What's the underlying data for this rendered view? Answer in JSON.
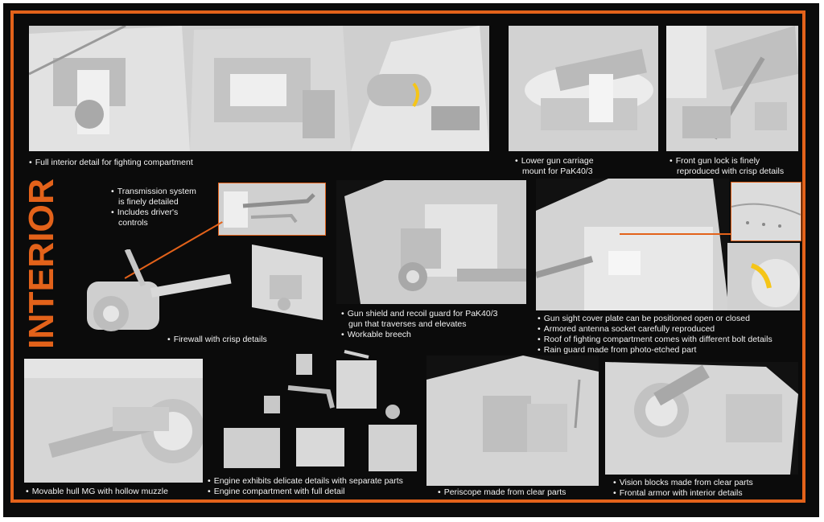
{
  "title": "INTERIOR",
  "colors": {
    "accent": "#e3621a",
    "background": "#0b0b0b",
    "render": "#d6d6d6",
    "highlight": "#f5c518"
  },
  "captions": {
    "fighting": [
      "Full interior detail for fighting compartment"
    ],
    "lower_gun": [
      "Lower gun carriage",
      "mount for PaK40/3"
    ],
    "gun_lock": [
      "Front gun lock is finely",
      "reproduced with crisp details"
    ],
    "transmission": [
      "Transmission system",
      "is finely detailed",
      "Includes driver's",
      "controls"
    ],
    "firewall": [
      "Firewall with crisp details"
    ],
    "gun_shield": [
      "Gun shield and recoil guard for PaK40/3",
      "gun that traverses and elevates",
      "Workable breech"
    ],
    "gun_sight": [
      "Gun sight cover plate can be positioned open or closed",
      "Armored antenna socket carefully reproduced",
      "Roof of fighting compartment comes with different bolt details",
      "Rain guard made from photo-etched part"
    ],
    "hull_mg": [
      "Movable hull MG with hollow muzzle"
    ],
    "engine": [
      "Engine exhibits delicate details with separate parts",
      "Engine compartment with full detail"
    ],
    "periscope": [
      "Periscope made from clear parts"
    ],
    "vision": [
      "Vision blocks made from clear parts",
      "Frontal armor with interior details"
    ]
  }
}
